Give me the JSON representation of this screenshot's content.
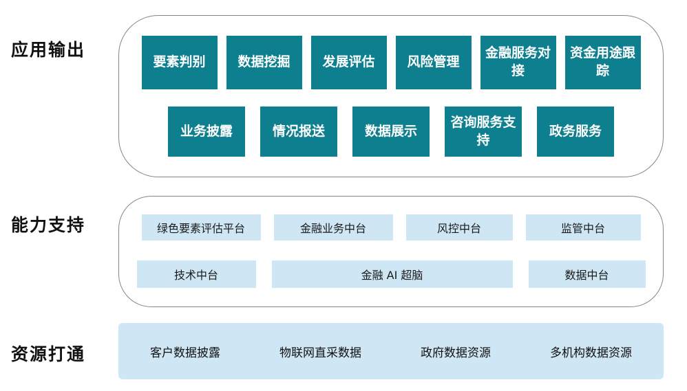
{
  "colors": {
    "teal_box": "#0d7f8f",
    "light_blue_box": "#cfe6f5",
    "container_border": "#858585",
    "label_text": "#111111",
    "teal_box_text": "#ffffff"
  },
  "sections": {
    "app_output": {
      "label": "应用输出",
      "row1": [
        "要素判别",
        "数据挖掘",
        "发展评估",
        "风险管理",
        "金融服务对接",
        "资金用途跟踪"
      ],
      "row2": [
        "业务披露",
        "情况报送",
        "数据展示",
        "咨询服务支持",
        "政务服务"
      ]
    },
    "capability": {
      "label": "能力支持",
      "row1": [
        "绿色要素评估平台",
        "金融业务中台",
        "风控中台",
        "监管中台"
      ],
      "row2": [
        "技术中台",
        "金融 AI 超脑",
        "数据中台"
      ]
    },
    "resources": {
      "label": "资源打通",
      "items": [
        "客户数据披露",
        "物联网直采数据",
        "政府数据资源",
        "多机构数据资源"
      ]
    }
  }
}
